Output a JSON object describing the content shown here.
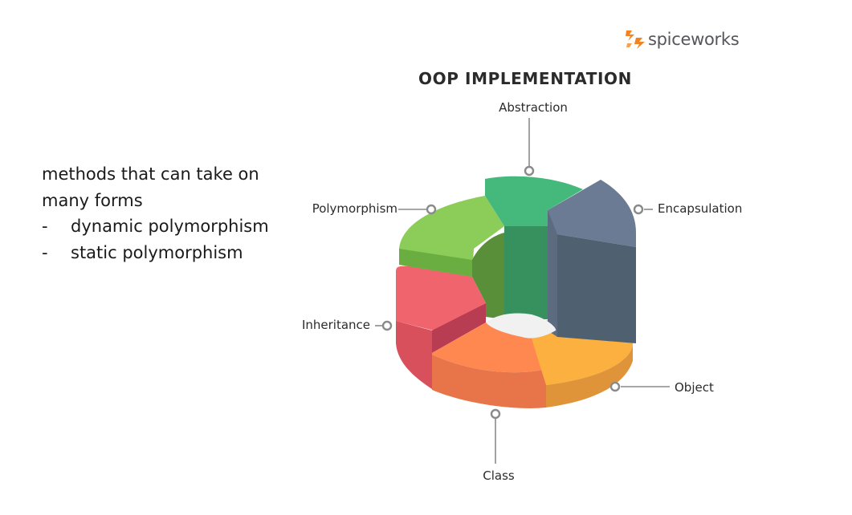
{
  "notes": {
    "line1": "methods that can take on",
    "line2": "many forms",
    "bullets": [
      {
        "dash": "-",
        "text": "dynamic polymorphism"
      },
      {
        "dash": "-",
        "text": "static polymorphism"
      }
    ]
  },
  "logo": {
    "text": "spiceworks",
    "icon": "spiceworks-logo-icon",
    "color": "#f58220"
  },
  "diagram": {
    "title": "OOP IMPLEMENTATION",
    "segments": [
      {
        "label": "Abstraction",
        "color": "#45b97c"
      },
      {
        "label": "Encapsulation",
        "color": "#6b7b93"
      },
      {
        "label": "Object",
        "color": "#fbb040"
      },
      {
        "label": "Class",
        "color": "#ff8750"
      },
      {
        "label": "Inheritance",
        "color": "#f0646e"
      },
      {
        "label": "Polymorphism",
        "color": "#8ccd5a"
      }
    ]
  }
}
